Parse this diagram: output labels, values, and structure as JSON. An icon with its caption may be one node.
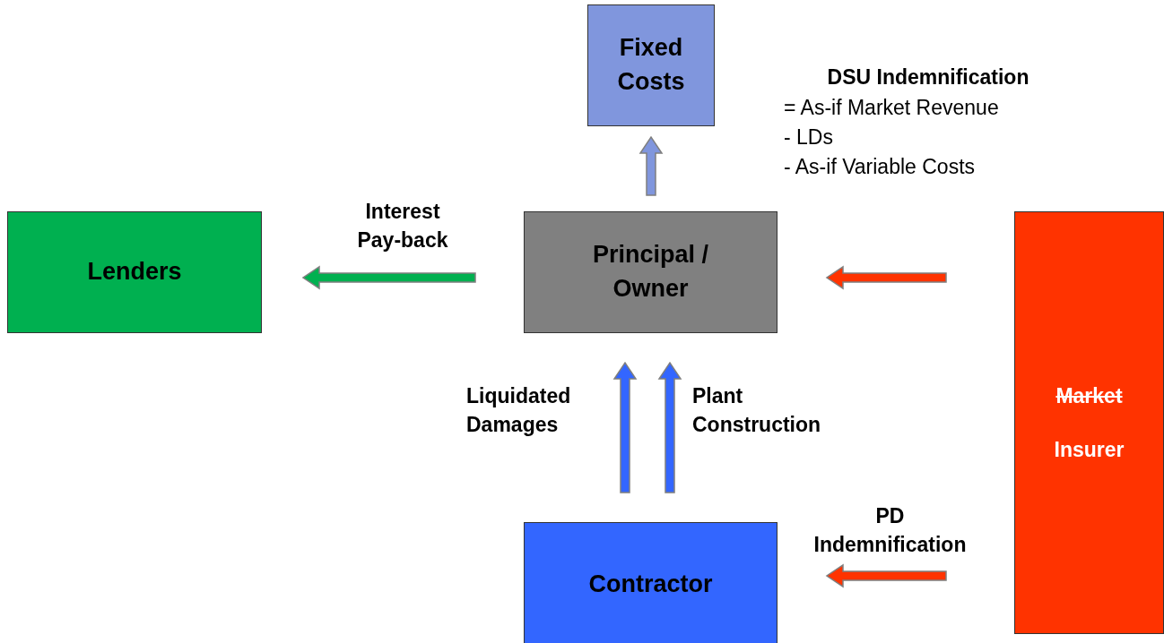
{
  "diagram": {
    "nodes": [
      {
        "text": [
          "Fixed Costs"
        ]
      },
      {
        "text": [
          "Lenders"
        ]
      },
      {
        "text": [
          "Principal / Owner"
        ]
      },
      {
        "text": [
          "Market",
          "Insurer"
        ]
      },
      {
        "text": [
          "Contractor"
        ]
      }
    ],
    "edges": [
      {
        "from": 2,
        "to": 0,
        "arrow": "to",
        "color": "#8096dd"
      },
      {
        "from": 2,
        "to": 1,
        "arrow": "to",
        "label": "Interest Pay-back",
        "color": "#00b050"
      },
      {
        "from": 3,
        "to": 2,
        "arrow": "to",
        "color": "#ff3300"
      },
      {
        "from": 4,
        "to": 2,
        "arrow": "to",
        "label": "Liquidated Damages",
        "color": "#3366ff"
      },
      {
        "from": 4,
        "to": 2,
        "arrow": "to",
        "label": "Plant Construction",
        "color": "#3366ff"
      },
      {
        "from": 3,
        "to": 4,
        "arrow": "to",
        "label": "PD Indemnification",
        "color": "#ff3300"
      }
    ],
    "labels": [
      "DSU Indemnification",
      "= As-if Market Revenue",
      "- LDs",
      "- As-if Variable Costs"
    ]
  }
}
